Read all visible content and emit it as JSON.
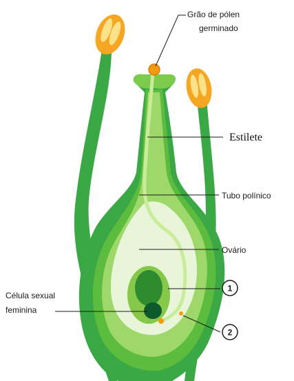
{
  "labels": {
    "grao_line1": "Grão de pólen",
    "grao_line2": "germinado",
    "estilete": "Estilete",
    "tubo": "Tubo polínico",
    "ovario": "Ovário",
    "celula_line1": "Célula sexual",
    "celula_line2": "feminina",
    "num1": "1",
    "num2": "2"
  },
  "colors": {
    "dark_green": "#2f9e3a",
    "mid_green": "#5cbc3e",
    "light_green": "#9fd86a",
    "pale_green": "#d6eeb4",
    "ovary_fill": "#e9f5d8",
    "ovule_dark": "#2e8b2e",
    "ovule_core": "#0f5a2a",
    "anther_orange": "#f5a623",
    "anther_yellow": "#fde28a",
    "pollen_orange": "#f39c12"
  }
}
